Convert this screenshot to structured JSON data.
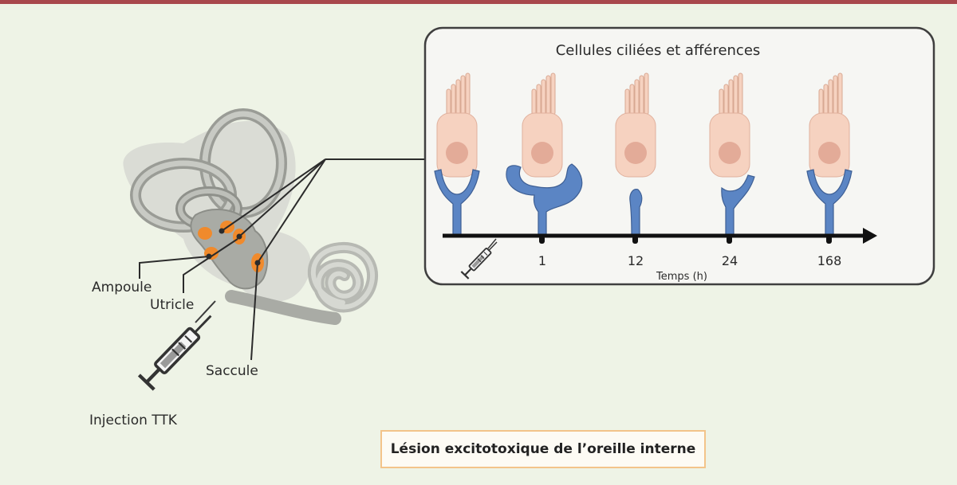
{
  "labels": {
    "ampoule": "Ampoule",
    "utricle": "Utricle",
    "saccule": "Saccule",
    "injection": "Injection TTK"
  },
  "panel": {
    "title": "Cellules ciliées et afférences",
    "axis_label": "Temps (h)",
    "ticks": [
      "1",
      "12",
      "24",
      "168"
    ],
    "icons": [
      "syringe-icon"
    ]
  },
  "caption": "Lésion excitotoxique de l’oreille interne",
  "colors": {
    "top_bar": "#a8474c",
    "background": "#eef3e6",
    "hair_cell": "#f6d2c0",
    "nucleus": "#e3ab98",
    "afferent": "#5b85c4",
    "lesion_site": "#f08a2c",
    "caption_border": "#f3c48a"
  }
}
